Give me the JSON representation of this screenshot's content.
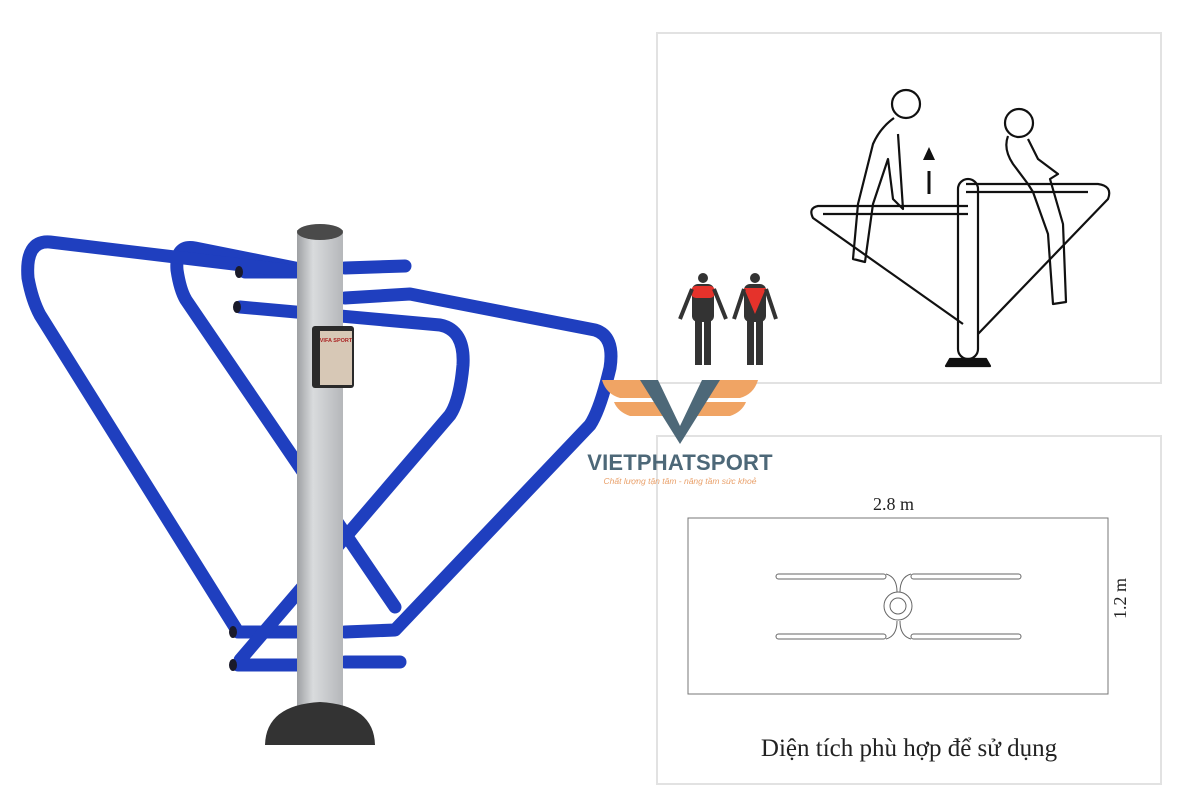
{
  "product": {
    "name": "Parallel bars outdoor fitness station",
    "plate_label": "VIFA SPORT",
    "colors": {
      "frame": "#1f3fbf",
      "post": "#c7c9cc",
      "base": "#3a3a3a"
    }
  },
  "exercise_panel": {
    "arrow_icon": "arrow-up-icon",
    "muscle_icons": [
      "muscle-front-icon",
      "muscle-back-icon"
    ],
    "highlight_color": "#e5322b"
  },
  "logo": {
    "brand": "VIETPHATSPORT",
    "tagline": "Chất lượng tận tâm - nâng tầm sức khoẻ",
    "colors": {
      "wing": "#f0a464",
      "mark": "#4d6878"
    }
  },
  "area_panel": {
    "width_label": "2.8 m",
    "height_label": "1.2 m",
    "caption": "Diện tích phù hợp để sử dụng"
  }
}
